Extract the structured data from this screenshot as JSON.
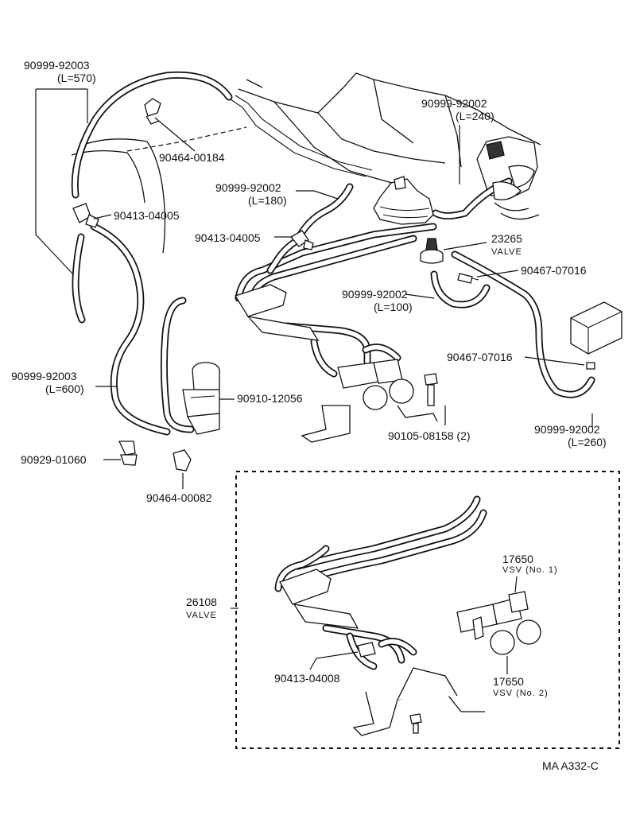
{
  "parts": {
    "hose_570": {
      "number": "90999-92003",
      "length": "(L=570)"
    },
    "clip_184": {
      "number": "90464-00184"
    },
    "hose_240": {
      "number": "90999-92002",
      "length": "(L=240)"
    },
    "hose_180": {
      "number": "90999-92002",
      "length": "(L=180)"
    },
    "tee_upper": {
      "number": "90413-04005"
    },
    "tee_mid": {
      "number": "90413-04005"
    },
    "valve_23265": {
      "number": "23265",
      "name": "VALVE"
    },
    "clip_016_upper": {
      "number": "90467-07016"
    },
    "hose_100": {
      "number": "90999-92002",
      "length": "(L=100)"
    },
    "clip_016_lower": {
      "number": "90467-07016"
    },
    "hose_600": {
      "number": "90999-92003",
      "length": "(L=600)"
    },
    "vsv_12056": {
      "number": "90910-12056"
    },
    "bolt_08158": {
      "number": "90105-08158 (2)"
    },
    "hose_260": {
      "number": "90999-92002",
      "length": "(L=260)"
    },
    "clip_060": {
      "number": "90929-01060"
    },
    "clip_082": {
      "number": "90464-00082"
    },
    "valve_26108": {
      "number": "26108",
      "name": "VALVE"
    },
    "vsv_no1": {
      "number": "17650",
      "name": "VSV (No. 1)"
    },
    "vsv_no2": {
      "number": "17650",
      "name": "VSV (No. 2)"
    },
    "tee_04008": {
      "number": "90413-04008"
    }
  },
  "footer": {
    "code": "MA  A332-C"
  }
}
